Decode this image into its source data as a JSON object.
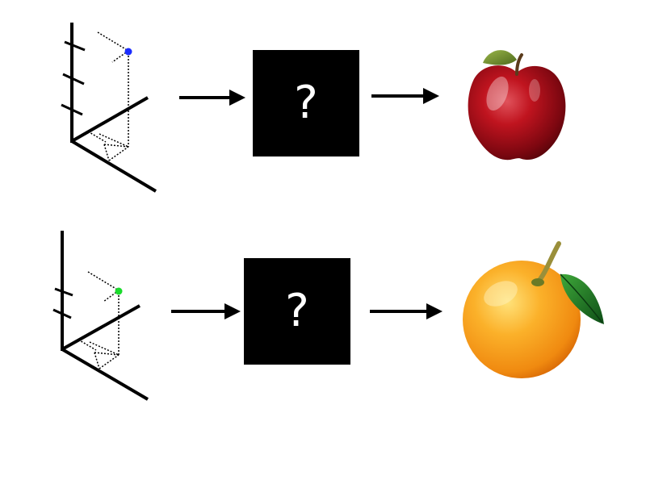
{
  "rows": [
    {
      "id": "apple",
      "point_color": "#1a2cff",
      "box_label": "?",
      "fruit": "apple"
    },
    {
      "id": "orange",
      "point_color": "#1adb2c",
      "box_label": "?",
      "fruit": "orange"
    }
  ],
  "colors": {
    "box": "#000000",
    "box_text": "#ffffff",
    "axis": "#000000"
  },
  "icons": {
    "axes": "3d-axes-icon",
    "arrow": "arrow-right-icon",
    "apple": "apple-icon",
    "orange": "orange-icon"
  }
}
